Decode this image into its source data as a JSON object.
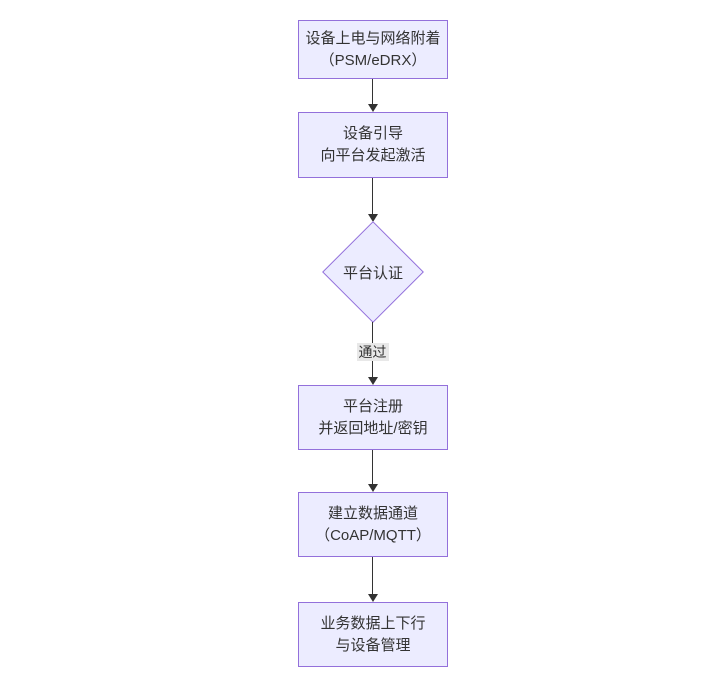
{
  "diagram": {
    "type": "flowchart",
    "direction": "top-down",
    "theme": {
      "bg": "#ffffff",
      "node_fill": "#ECECFF",
      "node_border": "#9370DB",
      "text_color": "#333333",
      "arrow_color": "#333333",
      "edge_label_bg": "#e8e8e8"
    },
    "nodes": [
      {
        "id": "power-attach",
        "shape": "rect",
        "lines": [
          "设备上电与网络附着",
          "（PSM/eDRX）"
        ]
      },
      {
        "id": "bootstrap",
        "shape": "rect",
        "lines": [
          "设备引导",
          "向平台发起激活"
        ]
      },
      {
        "id": "platform-auth",
        "shape": "diamond",
        "lines": [
          "平台认证"
        ]
      },
      {
        "id": "platform-register",
        "shape": "rect",
        "lines": [
          "平台注册",
          "并返回地址/密钥"
        ]
      },
      {
        "id": "data-channel",
        "shape": "rect",
        "lines": [
          "建立数据通道",
          "（CoAP/MQTT）"
        ]
      },
      {
        "id": "business-data",
        "shape": "rect",
        "lines": [
          "业务数据上下行",
          "与设备管理"
        ]
      }
    ],
    "edges": [
      {
        "from": "power-attach",
        "to": "bootstrap",
        "label": ""
      },
      {
        "from": "bootstrap",
        "to": "platform-auth",
        "label": ""
      },
      {
        "from": "platform-auth",
        "to": "platform-register",
        "label": "通过"
      },
      {
        "from": "platform-register",
        "to": "data-channel",
        "label": ""
      },
      {
        "from": "data-channel",
        "to": "business-data",
        "label": ""
      }
    ]
  }
}
